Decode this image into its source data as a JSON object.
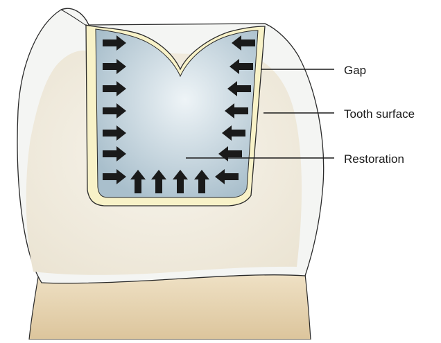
{
  "labels": {
    "gap": "Gap",
    "tooth_surface": "Tooth surface",
    "restoration": "Restoration"
  },
  "colors": {
    "background": "#ffffff",
    "enamel": "#f5f6f4",
    "dentin": "#f1ede2",
    "root": "#e7d4b1",
    "gap_liner": "#f8f2c8",
    "restoration_center": "#eef4f7",
    "restoration_edge": "#a9bfcc",
    "arrow": "#1a1a1a",
    "outline": "#2a2a2a"
  },
  "icons": {
    "force_arrow": "block-arrow-icon"
  }
}
